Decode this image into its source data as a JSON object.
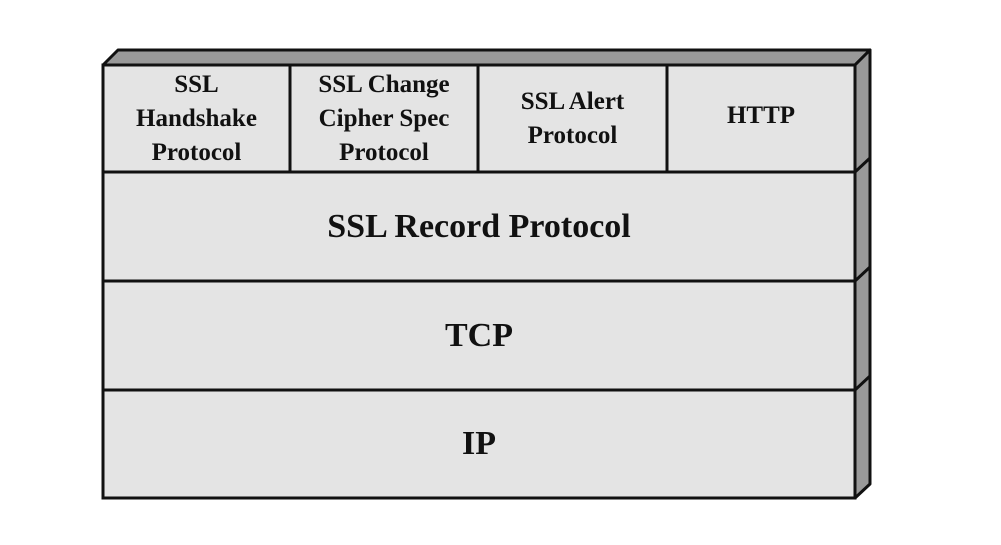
{
  "diagram": {
    "top_row": [
      {
        "label": "SSL\nHandshake\nProtocol"
      },
      {
        "label": "SSL Change\nCipher Spec\nProtocol"
      },
      {
        "label": "SSL Alert\nProtocol"
      },
      {
        "label": "HTTP"
      }
    ],
    "layers": [
      {
        "label": "SSL Record Protocol"
      },
      {
        "label": "TCP"
      },
      {
        "label": "IP"
      }
    ],
    "colors": {
      "face": "#e4e4e4",
      "side": "#999999",
      "stroke": "#111111"
    }
  }
}
